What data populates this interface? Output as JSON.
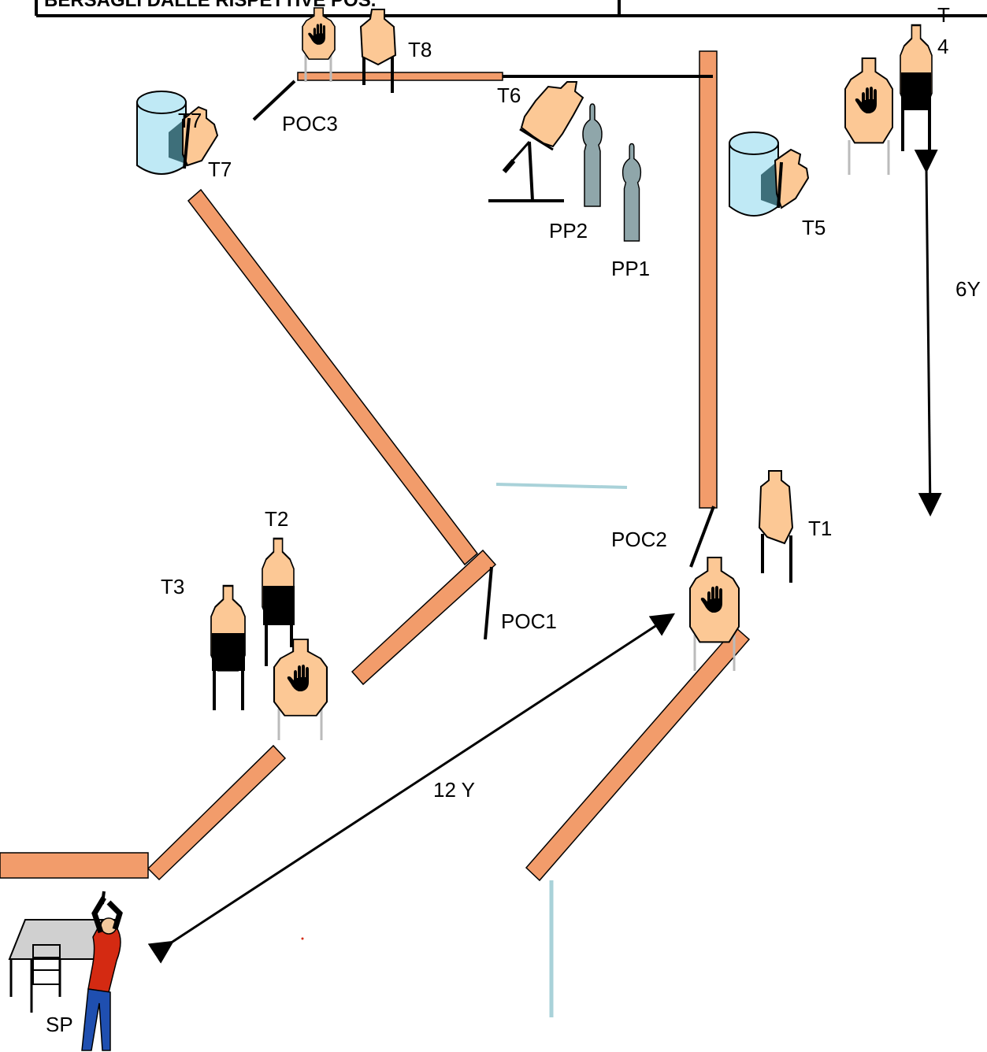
{
  "header": {
    "left_text": "BERSAGLI DALLE RISPETTIVE POS.",
    "right_text": ""
  },
  "labels": {
    "t1": "T1",
    "t2": "T2",
    "t3": "T3",
    "t4_line1": "T",
    "t4_line2": "4",
    "t5": "T5",
    "t6": "T6",
    "t7": "T7",
    "t7_overlap": "T7",
    "t8": "T8",
    "pp1": "PP1",
    "pp2": "PP2",
    "poc1": "POC1",
    "poc2": "POC2",
    "poc3": "POC3",
    "sp": "SP"
  },
  "distances": {
    "shooter_to_t1": "12 Y",
    "t4_depth": "6Y"
  },
  "colors": {
    "wall": "#F29C6B",
    "paper_target": "#FCC895",
    "no_shoot_mark": "#000000",
    "barrel": "#BFE9F5",
    "barrel_shade": "#3E6F7A",
    "popper": "#8FA6AA",
    "fault_line": "#A9D2D9",
    "shooter_shirt": "#D42A12",
    "shooter_pants": "#1F4FB0"
  },
  "icons": {
    "no_shoot": "hand-icon",
    "popper": "popper-icon",
    "barrel": "barrel-icon",
    "shooter": "shooter-icon",
    "table": "table-icon"
  }
}
